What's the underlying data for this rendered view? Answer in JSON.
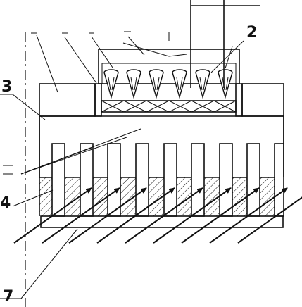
{
  "figure": {
    "callouts": [
      {
        "id": "label-2",
        "text": "2"
      },
      {
        "id": "label-3",
        "text": "3"
      },
      {
        "id": "label-4",
        "text": "4"
      },
      {
        "id": "label-7",
        "text": "7"
      }
    ]
  },
  "colors": {
    "ink": "#111111",
    "background": "#ffffff"
  }
}
